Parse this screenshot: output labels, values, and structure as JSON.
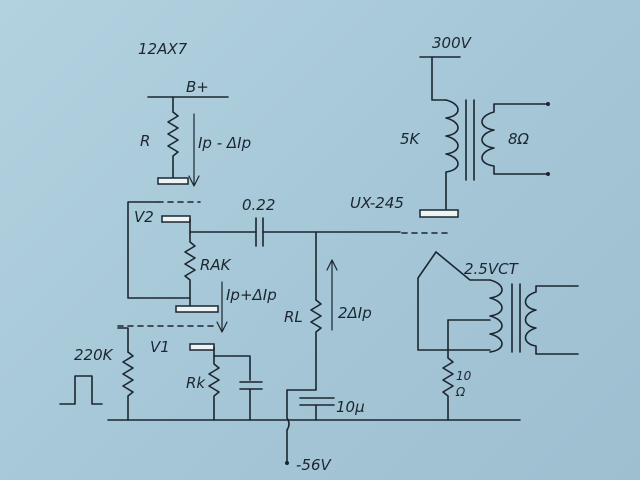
{
  "diagram": {
    "labels": {
      "tube_12ax7": "12AX7",
      "bplus": "B+",
      "r": "R",
      "ip_minus": "Ip - ΔIp",
      "v2": "V2",
      "cap_coupling": "0.22",
      "rak": "RAK",
      "ip_plus": "Ip+ΔIp",
      "rl": "RL",
      "two_delta_ip": "2ΔIp",
      "r220k": "220K",
      "v1": "V1",
      "rk": "Rk",
      "cap_10u": "10μ",
      "neg56": "-56V",
      "b300": "300V",
      "r5k": "5K",
      "ohm8": "8Ω",
      "ux245": "UX-245",
      "v25ct": "2.5VCT",
      "r10": "10",
      "ohm_sym": "Ω"
    }
  }
}
